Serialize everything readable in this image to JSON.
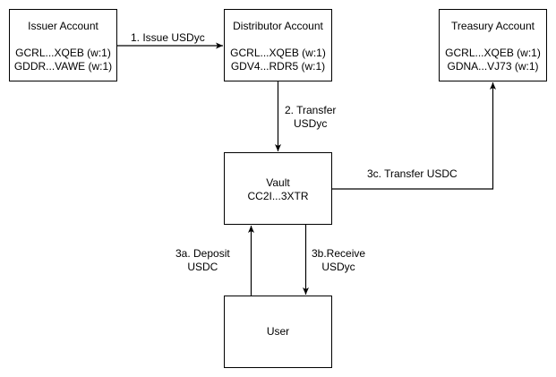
{
  "nodes": {
    "issuer": {
      "title": "Issuer Account",
      "lines": [
        "GCRL...XQEB (w:1)",
        "GDDR...VAWE (w:1)"
      ]
    },
    "distributor": {
      "title": "Distributor Account",
      "lines": [
        "GCRL...XQEB (w:1)",
        "GDV4...RDR5 (w:1)"
      ]
    },
    "treasury": {
      "title": "Treasury Account",
      "lines": [
        "GCRL...XQEB (w:1)",
        "GDNA...VJ73 (w:1)"
      ]
    },
    "vault": {
      "title": "Vault",
      "lines": [
        "CC2I...3XTR"
      ]
    },
    "user": {
      "title": "User",
      "lines": []
    }
  },
  "edges": {
    "issue": {
      "line1": "1. Issue USDyc"
    },
    "transfer": {
      "line1": "2. Transfer",
      "line2": "USDyc"
    },
    "treasury": {
      "line1": "3c. Transfer USDC"
    },
    "deposit": {
      "line1": "3a. Deposit",
      "line2": "USDC"
    },
    "receive": {
      "line1": "3b.Receive",
      "line2": "USDyc"
    }
  }
}
